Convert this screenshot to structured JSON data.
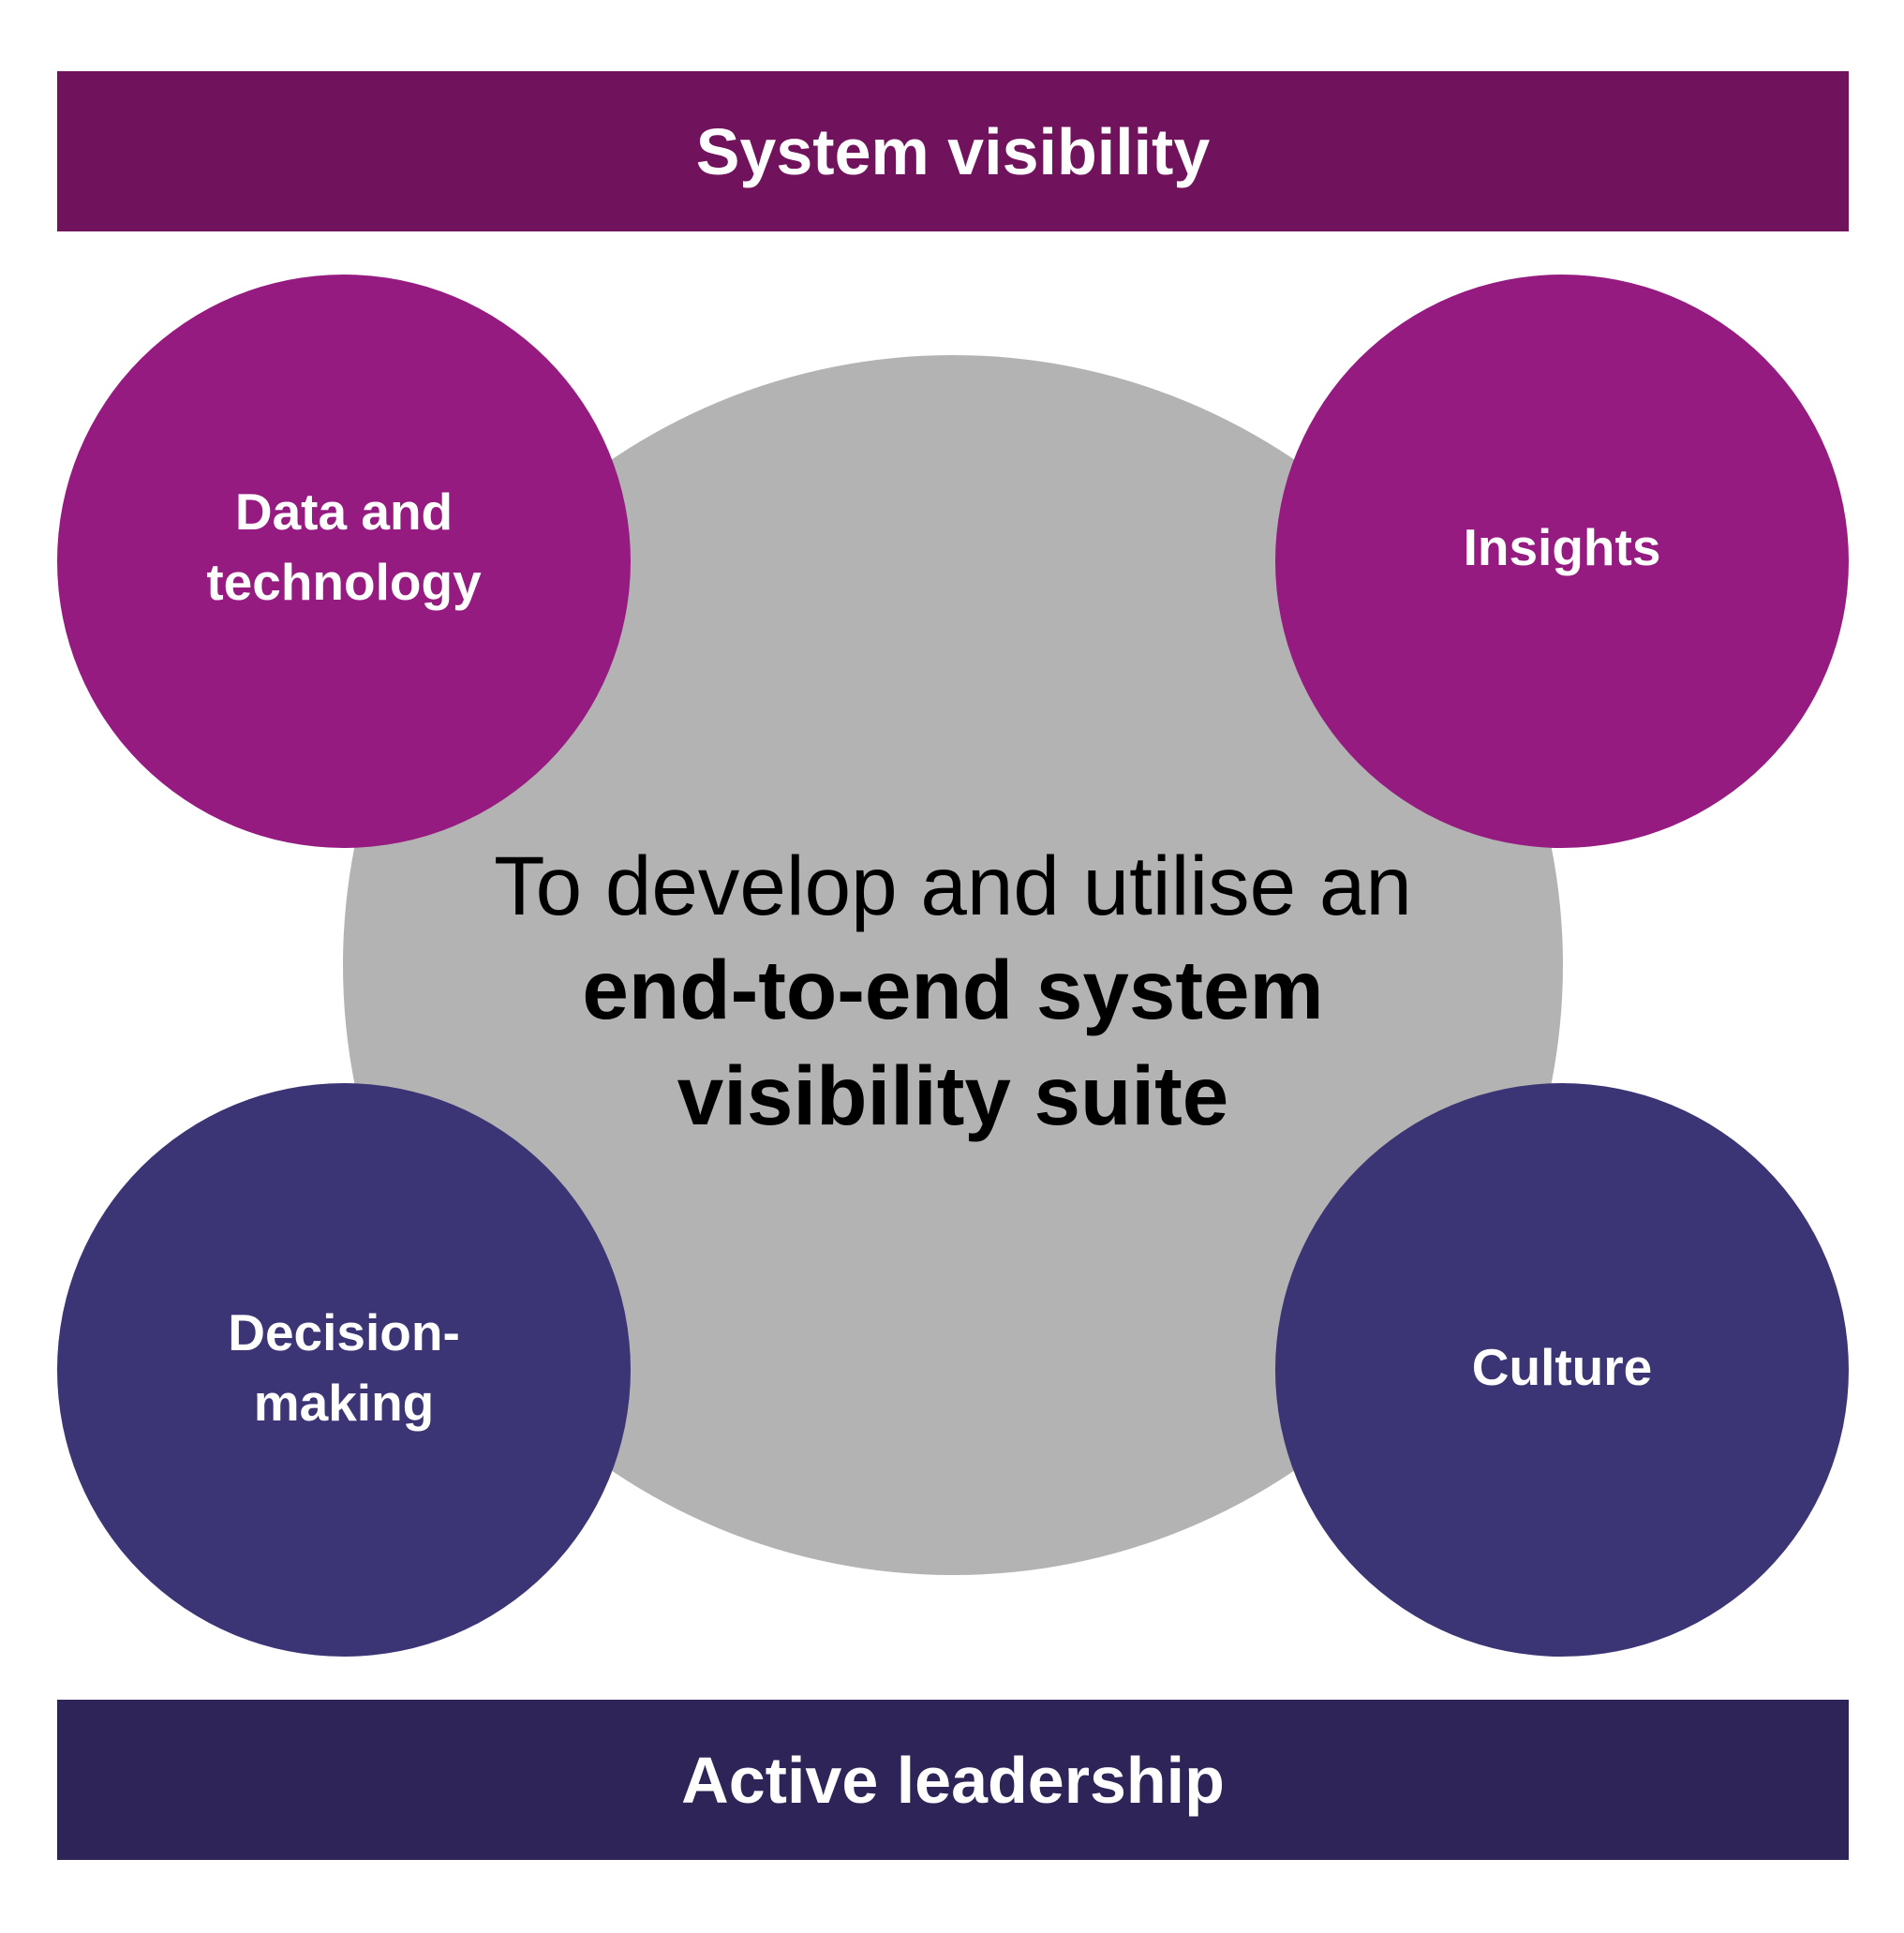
{
  "top_bar": {
    "label": "System visibility"
  },
  "bottom_bar": {
    "label": "Active leadership"
  },
  "circles": {
    "top_left": {
      "label": "Data and technology"
    },
    "top_right": {
      "label": "Insights"
    },
    "bottom_left": {
      "label": "Decision-making"
    },
    "bottom_right": {
      "label": "Culture"
    }
  },
  "center": {
    "intro": "To develop and utilise an",
    "emphasis": "end-to-end system visibility suite"
  },
  "colors": {
    "top_bar": "#71125d",
    "bottom_bar": "#2e2457",
    "upper_circles": "#951b81",
    "lower_circles": "#3b3475",
    "center_circle": "#b3b3b3"
  }
}
